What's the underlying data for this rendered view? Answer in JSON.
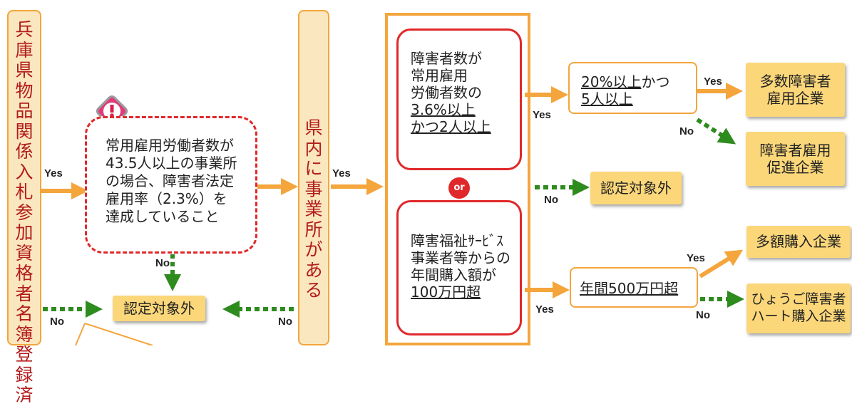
{
  "left_bar": {
    "text": "兵\n庫\n県\n物\n品\n関\n係\n入\n札\n参\n加\n資\n格\n者\n名\n簿\n登\n録\n済"
  },
  "mid_bar": {
    "text": "県\n内\n に\n事\n業\n所\n が\n あ\n る"
  },
  "condition_box": {
    "text": "常用雇用労働者数が\n43.5人以上の事業所\nの場合、障害者法定\n雇用率（2.3%）を\n達成していること"
  },
  "outer_box": {
    "top": {
      "line1": "障害者数が",
      "line2": "常用雇用",
      "line3": "労働者数の",
      "line4": "3.6%以上",
      "line5": "かつ2人以上"
    },
    "or_label": "or",
    "bottom": {
      "line1": "障害福祉ｻｰﾋﾞｽ",
      "line2": "事業者等からの",
      "line3": "年間購入額が",
      "line4": "100万円超"
    }
  },
  "mid_criteria_top": {
    "line1": "20%以上",
    "line1b": "かつ",
    "line2": "5人以上"
  },
  "mid_criteria_bottom": {
    "text": "年間500万円超"
  },
  "results": {
    "r1": "多数障害者\n雇用企業",
    "r2": "障害者雇用\n促進企業",
    "r3": "多額購入企業",
    "r4": "ひょうご障害者\nハート購入企業"
  },
  "not_eligible": {
    "center": "認定対象外",
    "right": "認定対象外"
  },
  "labels": {
    "yes1": "Yes",
    "yes2": "Yes",
    "yes3": "Yes",
    "yes4": "Yes",
    "yes5": "Yes",
    "yes6": "Yes",
    "no1": "No",
    "no2": "No",
    "no3": "No",
    "no4": "No",
    "no5": "No",
    "no6": "No"
  },
  "colors": {
    "orange": "#f4a53c",
    "green": "#2e8b1e",
    "red": "#e0282a",
    "yellow": "#fbd77a"
  }
}
